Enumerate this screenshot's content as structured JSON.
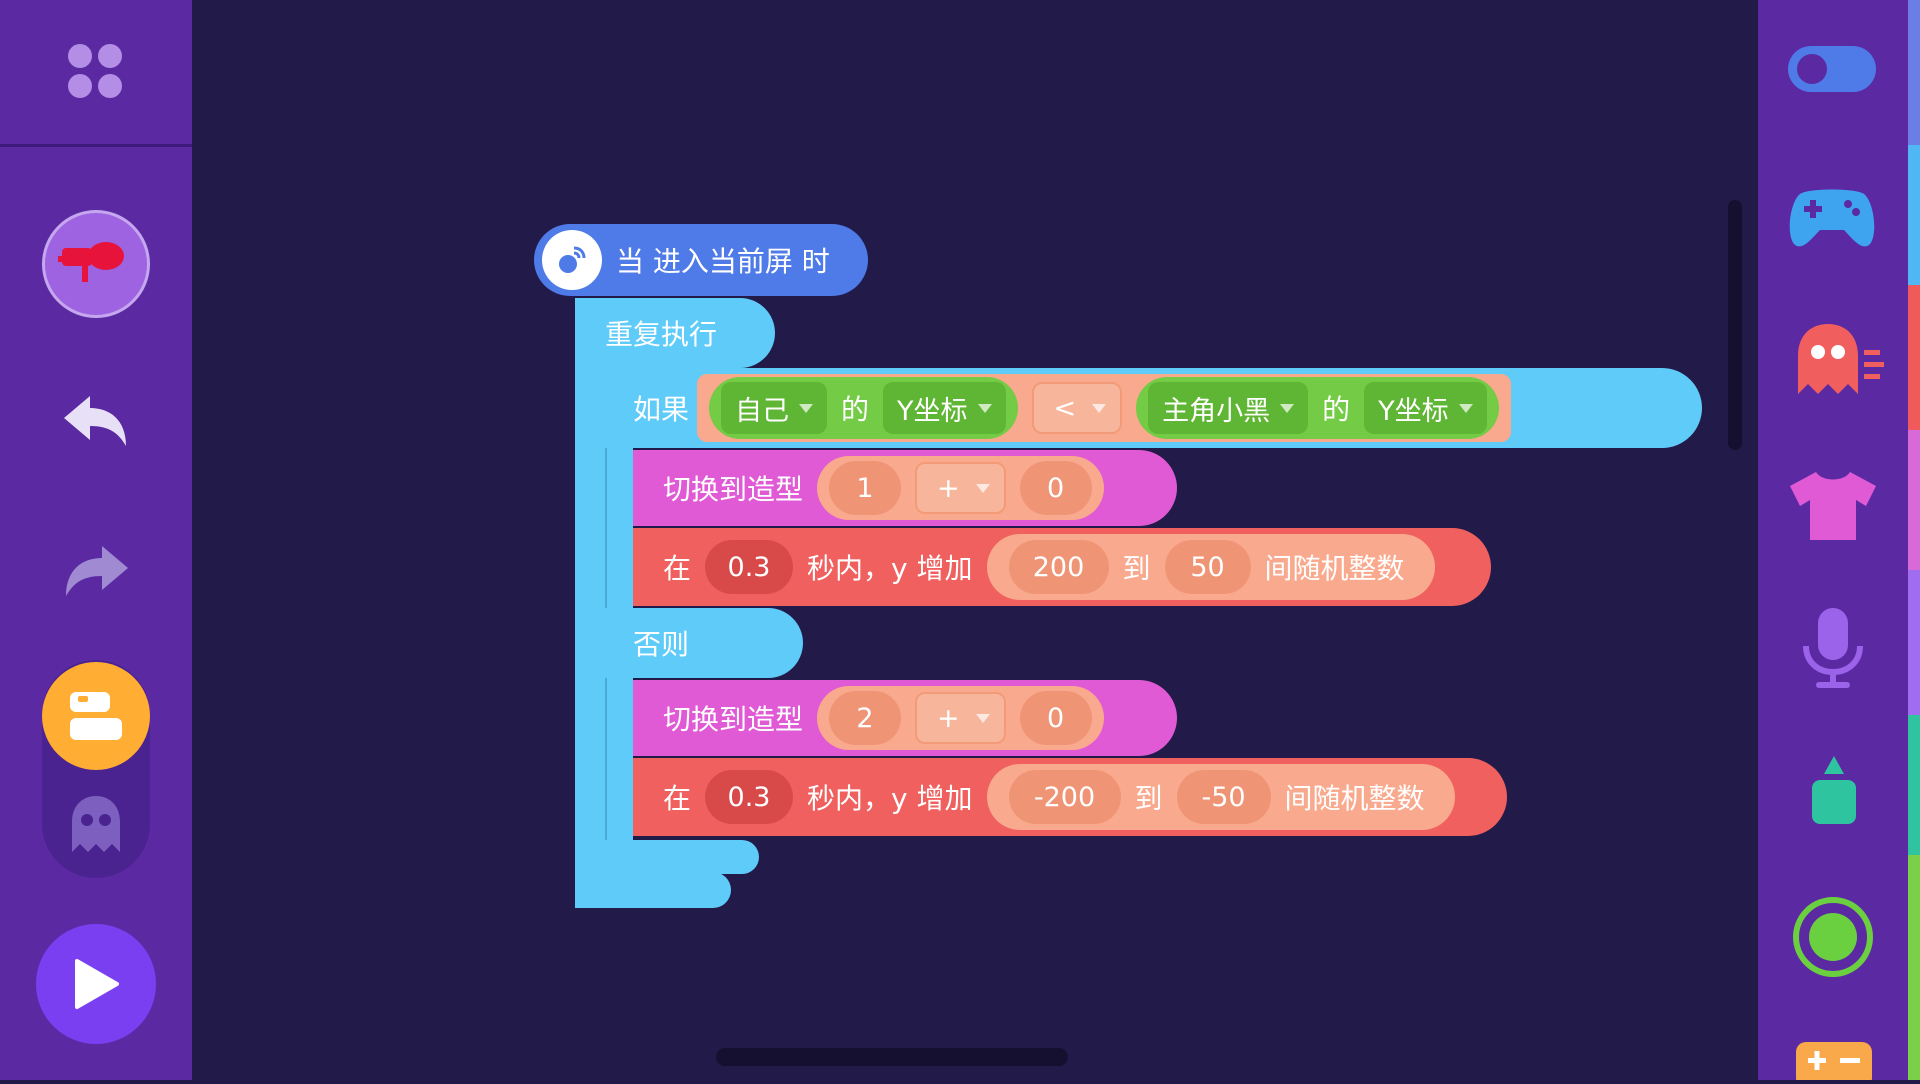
{
  "colors": {
    "sidebar": "#5b2aa3",
    "workspace": "#221b4a",
    "event_block": "#4f7be8",
    "control_block": "#5ecbf9",
    "sensing_block": "#74cb45",
    "look_block": "#e05ad6",
    "motion_block": "#f0605f",
    "operator_slot": "#f9a98d"
  },
  "left_sidebar": {
    "menu_icon": "grid-icon",
    "role_icon": "character-avatar-icon",
    "undo_icon": "undo-icon",
    "redo_icon": "redo-icon",
    "blocks_tab_icon": "blocks-icon",
    "sprite_tab_icon": "ghost-icon",
    "play_icon": "play-icon"
  },
  "right_sidebar": {
    "categories": [
      {
        "name": "toggle-icon"
      },
      {
        "name": "gamepad-icon"
      },
      {
        "name": "ghost-icon"
      },
      {
        "name": "tshirt-icon"
      },
      {
        "name": "microphone-icon"
      },
      {
        "name": "pen-icon"
      },
      {
        "name": "sensor-icon"
      },
      {
        "name": "operator-icon"
      }
    ]
  },
  "script": {
    "event": {
      "label": "当 进入当前屏 时"
    },
    "repeat": {
      "label": "重复执行"
    },
    "if": {
      "label": "如果",
      "left_target": "自己",
      "of1": "的",
      "left_prop": "Y坐标",
      "operator": "<",
      "right_target": "主角小黑",
      "of2": "的",
      "right_prop": "Y坐标"
    },
    "then_costume": {
      "label": "切换到造型",
      "a": "1",
      "op": "+",
      "b": "0"
    },
    "then_move": {
      "prefix": "在",
      "secs": "0.3",
      "mid": "秒内，y 增加",
      "from": "200",
      "to_label": "到",
      "to": "50",
      "suffix": "间随机整数"
    },
    "else": {
      "label": "否则"
    },
    "else_costume": {
      "label": "切换到造型",
      "a": "2",
      "op": "+",
      "b": "0"
    },
    "else_move": {
      "prefix": "在",
      "secs": "0.3",
      "mid": "秒内，y 增加",
      "from": "-200",
      "to_label": "到",
      "to": "-50",
      "suffix": "间随机整数"
    }
  }
}
